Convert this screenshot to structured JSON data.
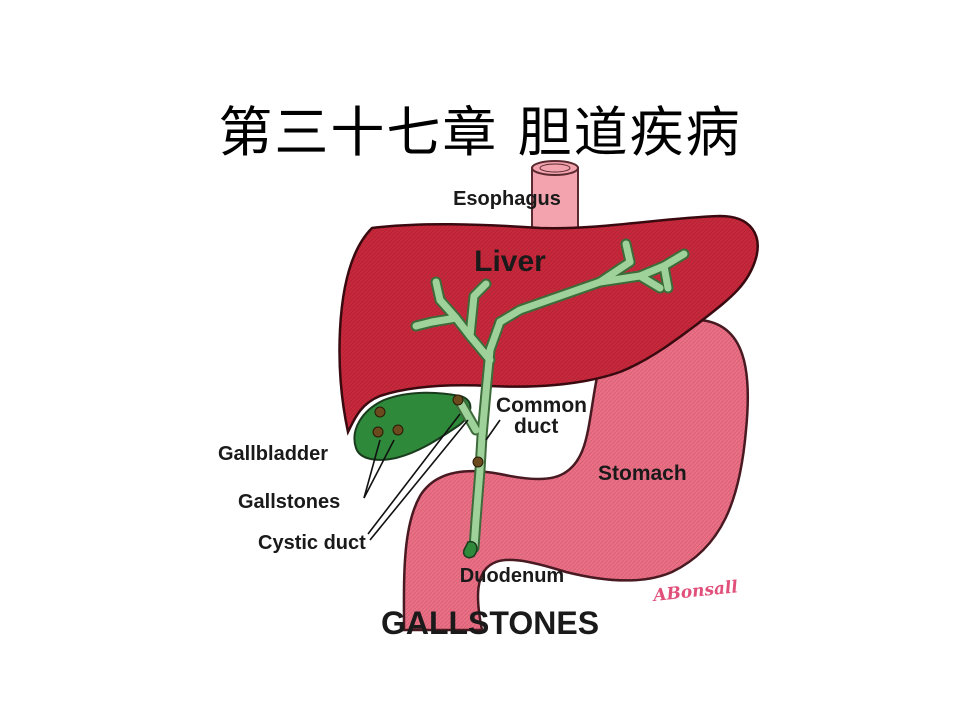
{
  "slide": {
    "title": "第三十七章  胆道疾病"
  },
  "diagram": {
    "caption": "GALLSTONES",
    "signature": "ABonsall",
    "labels": {
      "esophagus": "Esophagus",
      "liver": "Liver",
      "common_duct_line1": "Common",
      "common_duct_line2": "duct",
      "stomach": "Stomach",
      "gallbladder": "Gallbladder",
      "gallstones": "Gallstones",
      "cystic_duct": "Cystic duct",
      "duodenum": "Duodenum"
    },
    "colors": {
      "liver": "#c8283c",
      "liver_outline": "#3a0a10",
      "stomach": "#ec6f86",
      "stomach_outline": "#4a1a22",
      "esophagus": "#f2a3ad",
      "bile_duct": "#9fd29a",
      "bile_duct_outline": "#3d6b3a",
      "gallbladder": "#2e8a3a",
      "gallstone": "#6b4a1e",
      "signature": "#e0507a"
    }
  }
}
